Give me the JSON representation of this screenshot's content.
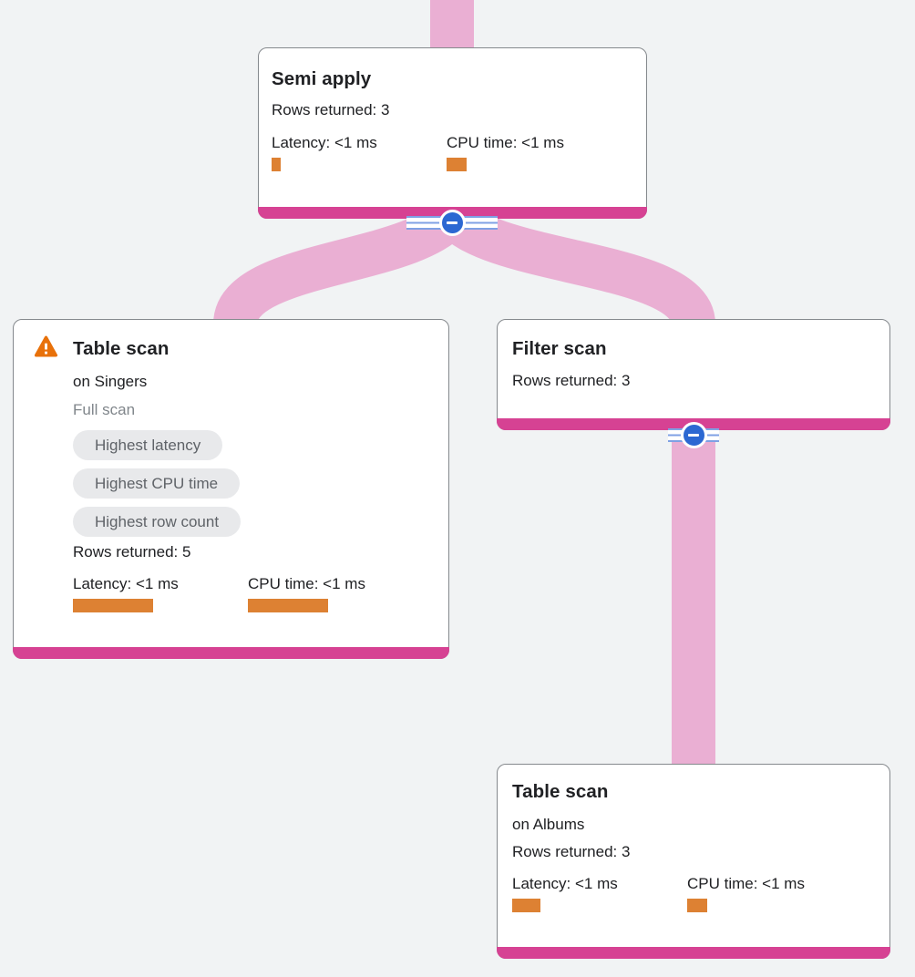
{
  "colors": {
    "background": "#f1f3f4",
    "edge_pink": "#eaafd3",
    "node_accent_bar": "#d64293",
    "metric_bar_orange": "#dd8133",
    "warning_orange": "#e8710a",
    "collapse_blue": "#2c68d2",
    "chip_background": "#e8e9eb",
    "chip_text": "#5f6368"
  },
  "icons": {
    "warning": "warning-triangle-icon",
    "collapse": "minus-circle-icon"
  },
  "nodes": {
    "semi_apply": {
      "title": "Semi apply",
      "rows_returned": "Rows returned: 3",
      "latency_label": "Latency: <1 ms",
      "cpu_label": "CPU time: <1 ms"
    },
    "table_scan_singers": {
      "title": "Table scan",
      "subtitle": "on Singers",
      "scan_type": "Full scan",
      "chips": [
        "Highest latency",
        "Highest CPU time",
        "Highest row count"
      ],
      "rows_returned": "Rows returned: 5",
      "latency_label": "Latency: <1 ms",
      "cpu_label": "CPU time: <1 ms"
    },
    "filter_scan": {
      "title": "Filter scan",
      "rows_returned": "Rows returned: 3"
    },
    "table_scan_albums": {
      "title": "Table scan",
      "subtitle": "on Albums",
      "rows_returned": "Rows returned: 3",
      "latency_label": "Latency: <1 ms",
      "cpu_label": "CPU time: <1 ms"
    }
  }
}
